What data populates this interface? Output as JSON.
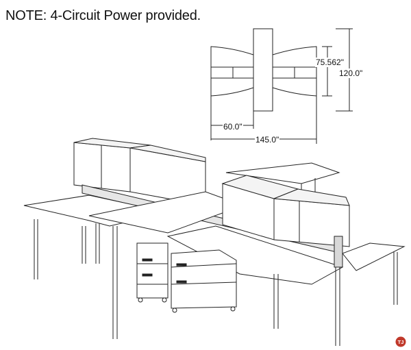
{
  "note": "NOTE: 4-Circuit Power provided.",
  "dimensions": {
    "height_inner": "75.562\"",
    "height_outer": "120.0\"",
    "width_half": "60.0\"",
    "width_total": "145.0\""
  },
  "logo": {
    "text": "TJ",
    "color": "#c0392b"
  }
}
